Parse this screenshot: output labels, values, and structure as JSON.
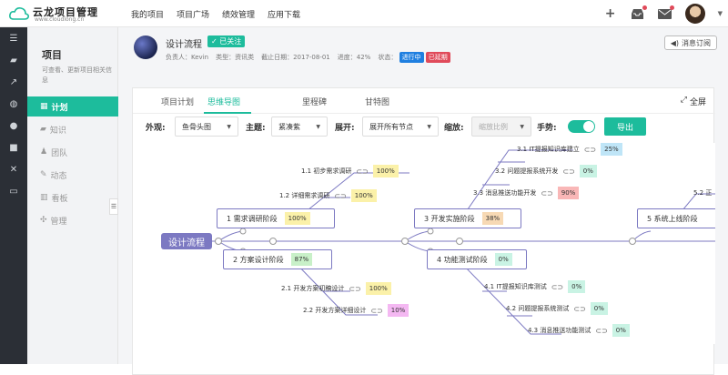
{
  "app": {
    "logo_title": "云龙项目管理",
    "logo_url": "www.cloudlong.cn"
  },
  "topnav": [
    "我的项目",
    "项目广场",
    "绩效管理",
    "应用下载"
  ],
  "sidebar": {
    "title": "项目",
    "desc": "可查看、更新项目相关信息",
    "items": [
      {
        "icon": "calendar-icon",
        "label": "计划",
        "active": true
      },
      {
        "icon": "book-icon",
        "label": "知识",
        "active": false
      },
      {
        "icon": "team-icon",
        "label": "团队",
        "active": false
      },
      {
        "icon": "pin-icon",
        "label": "动态",
        "active": false
      },
      {
        "icon": "chart-icon",
        "label": "看板",
        "active": false
      },
      {
        "icon": "wrench-icon",
        "label": "管理",
        "active": false
      }
    ]
  },
  "project": {
    "name": "设计流程",
    "follow_label": "✓ 已关注",
    "owner_label": "负责人：Kevin",
    "type_label": "类型：资讯类",
    "deadline_label": "截止日期：2017-08-01",
    "progress_label": "进度：",
    "progress_value": "42%",
    "status_label": "状态：",
    "status_running": "进行中",
    "status_overdue": "已延期",
    "subscribe_label": "消息订阅"
  },
  "tabs": [
    {
      "label": "项目计划"
    },
    {
      "label": "思维导图"
    },
    {
      "label": "里程碑"
    },
    {
      "label": "甘特图"
    }
  ],
  "fullscreen_label": "全屏",
  "controls": {
    "view_label": "外观:",
    "view_value": "鱼骨头图",
    "theme_label": "主题:",
    "theme_value": "紧凑紫",
    "expand_label": "展开:",
    "expand_value": "展开所有节点",
    "zoom_label": "缩放:",
    "zoom_placeholder": "缩放比例",
    "hand_label": "手势:",
    "export_label": "导出"
  },
  "colors": {
    "accent": "#1dbc9c",
    "node": "#7c79c2",
    "running": "#1f7fe0",
    "overdue": "#e04a5a"
  },
  "mindmap": {
    "root": "设计流程",
    "stages": [
      {
        "label": "1 需求调研阶段",
        "pct": "100%",
        "color": "#fbf1a9"
      },
      {
        "label": "2 方案设计阶段",
        "pct": "87%",
        "color": "#c8f0c8"
      },
      {
        "label": "3 开发实施阶段",
        "pct": "38%",
        "color": "#f7d9b4"
      },
      {
        "label": "4 功能测试阶段",
        "pct": "0%",
        "color": "#c9f3e4"
      },
      {
        "label": "5 系统上线阶段",
        "pct": "",
        "color": ""
      }
    ],
    "leaves": [
      {
        "label": "1.1 初步需求调研",
        "pct": "100%",
        "color": "#fbf1a9"
      },
      {
        "label": "1.2 详细需求调研",
        "pct": "100%",
        "color": "#fbf1a9"
      },
      {
        "label": "2.1 开发方案初稿设计",
        "pct": "100%",
        "color": "#fbf1a9"
      },
      {
        "label": "2.2 开发方案详细设计",
        "pct": "10%",
        "color": "#f4b8f2"
      },
      {
        "label": "3.1 IT提报知识库建立",
        "pct": "25%",
        "color": "#bfe5f7"
      },
      {
        "label": "3.2 问题提报系统开发",
        "pct": "0%",
        "color": "#c9f3e4"
      },
      {
        "label": "3.3 消息推送功能开发",
        "pct": "90%",
        "color": "#f9b7b7"
      },
      {
        "label": "4.1 IT提报知识库测试",
        "pct": "0%",
        "color": "#c9f3e4"
      },
      {
        "label": "4.2 问题提报系统测试",
        "pct": "0%",
        "color": "#c9f3e4"
      },
      {
        "label": "4.3 消息推送功能测试",
        "pct": "0%",
        "color": "#c9f3e4"
      },
      {
        "label": "5.2 正",
        "pct": "",
        "color": ""
      }
    ]
  }
}
